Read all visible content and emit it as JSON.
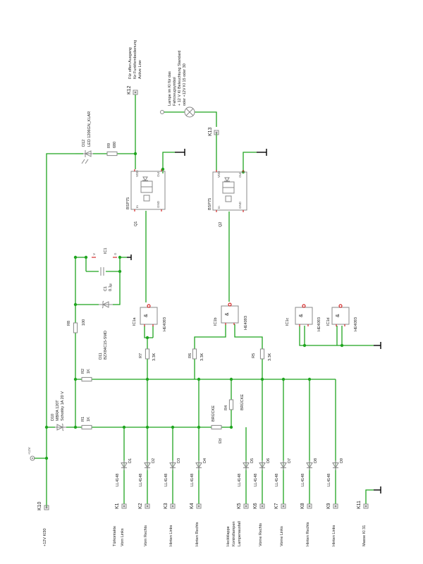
{
  "connectors": {
    "k1": {
      "name": "K1",
      "label": "Vorn Links"
    },
    "k2": {
      "name": "K2",
      "label": "Vorn Rechts"
    },
    "k3": {
      "name": "K3",
      "label": "Hinten Links"
    },
    "k4": {
      "name": "K4",
      "label": "Hinten Rechts"
    },
    "k5": {
      "name": "K5",
      "label": "Heckklappe"
    },
    "k6": {
      "name": "K6",
      "label": "Vorne Rechts"
    },
    "k7": {
      "name": "K7",
      "label": "Vorne Links"
    },
    "k8": {
      "name": "K8",
      "label": "Hinten Rechts"
    },
    "k9": {
      "name": "K9",
      "label": "Hinten Links"
    },
    "k10": {
      "name": "K10",
      "label": "+12V Kl30"
    },
    "k11": {
      "name": "K11",
      "label": "Masse Kl 31"
    },
    "k12": {
      "name": "K12"
    },
    "k13": {
      "name": "K13"
    }
  },
  "group_labels": {
    "tuerkontakte": "Türkontakte",
    "kontrolllampen": "Kontrollampen",
    "lampenausfall": "Lampenausfall"
  },
  "supply": {
    "symbol_label": "+12V"
  },
  "diodes": {
    "d1": {
      "name": "D1",
      "value": "LL4148"
    },
    "d2": {
      "name": "D2",
      "value": "LL4148"
    },
    "d3": {
      "name": "D3",
      "value": "LL4148"
    },
    "d4": {
      "name": "D4",
      "value": "LL4148"
    },
    "d5": {
      "name": "D5",
      "value": "LL4148"
    },
    "d6": {
      "name": "D6",
      "value": "LL4148"
    },
    "d7": {
      "name": "D7",
      "value": "LL4148"
    },
    "d8": {
      "name": "D8",
      "value": "LL4148"
    },
    "d9": {
      "name": "D9",
      "value": "LL4148"
    },
    "d10": {
      "name": "D10",
      "value": "MBRA 120T",
      "note": "Schottky 1A 20 V"
    },
    "d11": {
      "name": "D11",
      "value": "BZX84C15-SMD"
    },
    "d12": {
      "name": "D12",
      "value": "LED 1206GN_KLAR"
    }
  },
  "resistors": {
    "r1": {
      "name": "R1",
      "value": "1K"
    },
    "r2": {
      "name": "R2",
      "value": "1K"
    },
    "r3": {
      "name": "R3",
      "value": "BRÜCKE"
    },
    "r4": {
      "name": "R4",
      "value": "BRÜCKE"
    },
    "r5": {
      "name": "R5",
      "value": "3.3K"
    },
    "r6": {
      "name": "R6",
      "value": "3.3K"
    },
    "r7": {
      "name": "R7",
      "value": "3.3K"
    },
    "r8": {
      "name": "R8",
      "value": "100"
    },
    "r9": {
      "name": "R9",
      "value": "680"
    }
  },
  "capacitors": {
    "c1": {
      "name": "C1",
      "value": "0.1µ"
    }
  },
  "ics": {
    "ic1": {
      "name": "IC1",
      "pin_v": "V",
      "pin_g": "G"
    },
    "ic1a": {
      "name": "IC1a",
      "value": "HE4093",
      "symbol": "&"
    },
    "ic1b": {
      "name": "IC1b",
      "value": "HE4093",
      "symbol": "&"
    },
    "ic1c": {
      "name": "IC1c",
      "value": "HE4093",
      "symbol": "&"
    },
    "ic1d": {
      "name": "IC1d",
      "value": "HE4093",
      "symbol": "&"
    }
  },
  "transistors": {
    "q1": {
      "name": "Q1",
      "value": "BSP75"
    },
    "q2": {
      "name": "Q2",
      "value": "BSP75"
    },
    "pins": {
      "vdd": "VDD",
      "out": "Out",
      "in": "In",
      "gnd": "GND"
    }
  },
  "lamp": {
    "line1": "Lampe im Kl für das",
    "line2": "Fahrzeugsymbol",
    "line3": "+ 12 V Kl Beleuchtung Standard",
    "line4": "oder +12V Kl 15 oder 30"
  },
  "k12_note": {
    "line1": "Für offen Ausgang",
    "line2": "für Funkfernbedienung",
    "line3": "Active Low"
  },
  "colors": {
    "wire": "#1fa51f",
    "symbol": "#888888",
    "pin": "#cc0000",
    "text": "#222222"
  }
}
